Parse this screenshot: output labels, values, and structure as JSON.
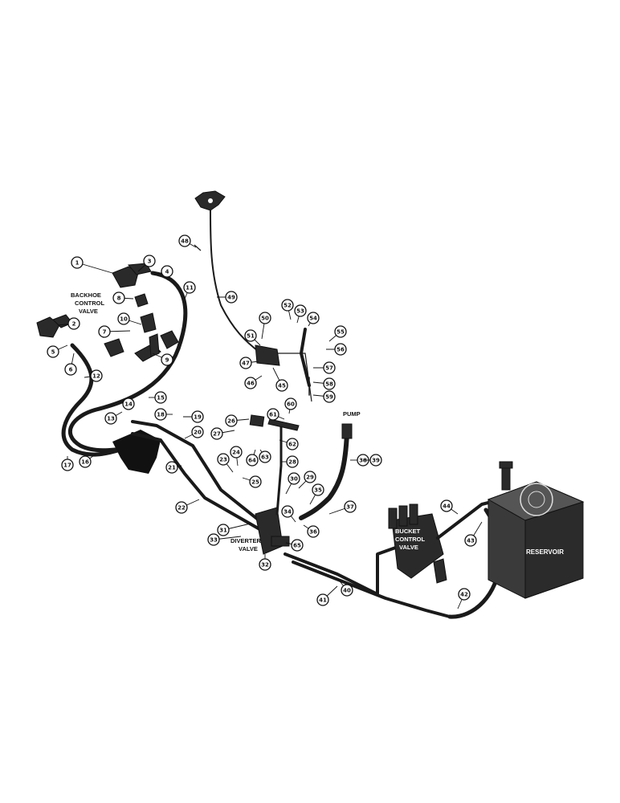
{
  "labels": {
    "backhoe_line1": "BACKHOE",
    "backhoe_line2": "CONTROL",
    "backhoe_line3": "VALVE",
    "diverter_line1": "DIVERTER",
    "diverter_line2": "VALVE",
    "bucket_line1": "BUCKET",
    "bucket_line2": "CONTROL",
    "bucket_line3": "VALVE",
    "pump": "PUMP",
    "reservoir": "RESERVOIR"
  },
  "callouts": [
    "1",
    "2",
    "3",
    "4",
    "5",
    "6",
    "7",
    "8",
    "9",
    "10",
    "11",
    "12",
    "13",
    "14",
    "15",
    "16",
    "17",
    "18",
    "19",
    "20",
    "21",
    "22",
    "23",
    "24",
    "25",
    "26",
    "27",
    "28",
    "29",
    "30",
    "31",
    "32",
    "33",
    "34",
    "35",
    "36",
    "37",
    "38",
    "39",
    "40",
    "41",
    "42",
    "43",
    "44",
    "45",
    "46",
    "47",
    "48",
    "49",
    "50",
    "51",
    "52",
    "53",
    "54",
    "55",
    "56",
    "57",
    "58",
    "59",
    "60",
    "61",
    "62",
    "63",
    "64",
    "65"
  ]
}
